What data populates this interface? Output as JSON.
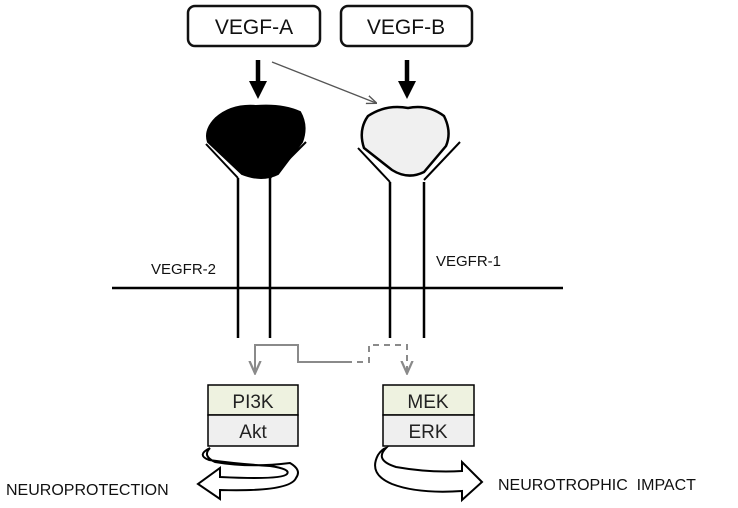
{
  "ligands": {
    "vegf_a": "VEGF-A",
    "vegf_b": "VEGF-B"
  },
  "receptors": {
    "vegfr2": "VEGFR-2",
    "vegfr1": "VEGFR-1"
  },
  "kinases": {
    "left_top": "PI3K",
    "left_bottom": "Akt",
    "right_top": "MEK",
    "right_bottom": "ERK"
  },
  "outcomes": {
    "left": "NEUROPROTECTION",
    "right": "NEUROTROPHIC  IMPACT"
  },
  "colors": {
    "vegfr2_domain": "#000000",
    "vegfr1_domain": "#f0f0f0",
    "kinase_top_fill": "#eef2e0",
    "kinase_bottom_fill": "#efefef",
    "signal_arrow": "#8a8a8a"
  }
}
